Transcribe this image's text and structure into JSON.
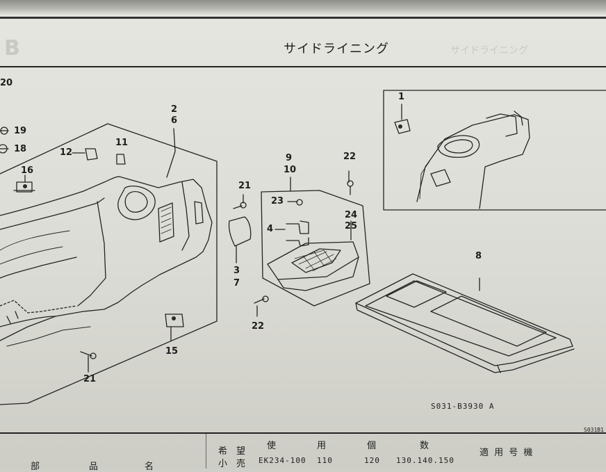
{
  "page": {
    "title": "サイドライニング",
    "ghost_letter": "B",
    "ghost_title": "サイドライニング"
  },
  "diagram_code": "S031-B3930 A",
  "corner_code": "S031B1",
  "callouts": {
    "c20": "20",
    "c19": "19",
    "c18": "18",
    "c16": "16",
    "c12": "12",
    "c11": "11",
    "c2": "2",
    "c6": "6",
    "c21a": "21",
    "c21b": "21",
    "c3": "3",
    "c7": "7",
    "c15": "15",
    "c9": "9",
    "c10": "10",
    "c23": "23",
    "c4": "4",
    "c24": "24",
    "c25": "25",
    "c22a": "22",
    "c22b": "22",
    "c1": "1",
    "c8": "8"
  },
  "footer": {
    "col1": "希　望",
    "col1b": "小　売",
    "col2": "使",
    "col3": "用",
    "col4": "個",
    "col5": "数",
    "col6": "適 用 号 機",
    "row_model": "EK234-100",
    "row_110": "110",
    "row_120": "120",
    "row_rest": "130.140.150",
    "bottom_1": "部",
    "bottom_2": "品",
    "bottom_3": "名"
  },
  "colors": {
    "paper": "#e2e2dd",
    "ink": "#1d1d1d"
  }
}
